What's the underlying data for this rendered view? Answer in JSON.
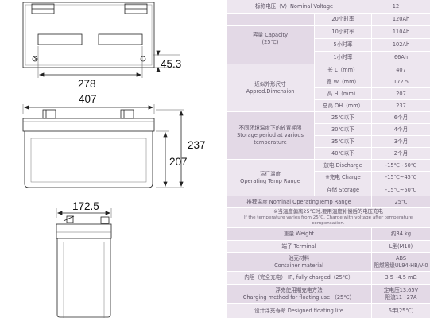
{
  "drawings": {
    "dim_top_width": "278",
    "dim_top_height": "45.3",
    "dim_front_width": "407",
    "dim_total_height": "237",
    "dim_case_height": "207",
    "dim_side_width": "172.5"
  },
  "spec": {
    "nominal_voltage": {
      "label": "标称电压（V）Nominal Voltage",
      "value": "12"
    },
    "capacity": {
      "label_cn": "容量 Capacity",
      "label_en": "(25℃)",
      "rows": [
        {
          "rate": "20小时率",
          "value": "120Ah"
        },
        {
          "rate": "10小时率",
          "value": "110Ah"
        },
        {
          "rate": "5小时率",
          "value": "102Ah"
        },
        {
          "rate": "1小时率",
          "value": "66Ah"
        }
      ]
    },
    "dimension": {
      "label_cn": "近似外形尺寸",
      "label_en": "Approd.Dimension",
      "rows": [
        {
          "name": "长 L（mm）",
          "value": "407"
        },
        {
          "name": "宽 W（mm）",
          "value": "172.5"
        },
        {
          "name": "高 H（mm）",
          "value": "207"
        },
        {
          "name": "总高 OH（mm）",
          "value": "237"
        }
      ]
    },
    "storage": {
      "label_cn": "不同环境温度下的放置期限",
      "label_en": "Storage period at various temperature",
      "rows": [
        {
          "temp": "25℃以下",
          "value": "6个月"
        },
        {
          "temp": "30℃以下",
          "value": "4个月"
        },
        {
          "temp": "35℃以下",
          "value": "3个月"
        },
        {
          "temp": "40℃以下",
          "value": "2个月"
        }
      ]
    },
    "operating": {
      "label_cn": "运行温度",
      "label_en": "Operating Temp Range",
      "rows": [
        {
          "mode": "放电 Discharge",
          "value": "-15℃~50℃"
        },
        {
          "mode": "※充电 Charge",
          "value": "-15℃~45℃"
        },
        {
          "mode": "存储 Storage",
          "value": "-15℃~50℃"
        }
      ]
    },
    "recommended_temp": {
      "label": "推荐温度  Nominal OperatingTemp Range",
      "value": "25℃"
    },
    "note": {
      "cn": "※当温度偏离25℃时,要用温度补偿后的电压充电",
      "en": "If the temperature varies from 25℃, Charge with voltage after temperature compensation."
    },
    "weight": {
      "label": "重量 Weight",
      "value": "约34 kg"
    },
    "terminal": {
      "label": "端子 Terminal",
      "value": "L型(M10)"
    },
    "container": {
      "label_cn": "池壳材料",
      "label_en": "Container material",
      "value_1": "ABS",
      "value_2": "阻燃等级UL94-HB/V-0"
    },
    "internal_resistance": {
      "label": "内阻（完全充电） IR, fully charged（25℃）",
      "value": "3.5~4.5 mΩ"
    },
    "float_method": {
      "label_cn": "浮充使用期充电方法",
      "label_en": "Charging method for floating use （25℃）",
      "value_1": "定电压13.65V",
      "value_2": "限流11~27A"
    },
    "design_life": {
      "label": "设计浮充寿命  Designed floating life",
      "value": "6年(25℃)"
    }
  }
}
